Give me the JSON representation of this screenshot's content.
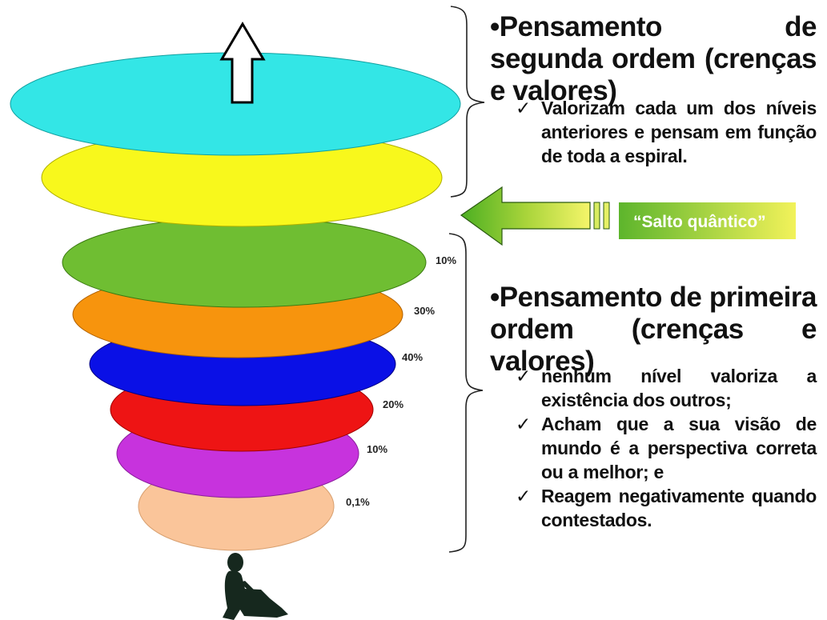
{
  "levels": [
    {
      "color": "#33E6E6",
      "label": ""
    },
    {
      "color": "#F8F81C",
      "label": ""
    },
    {
      "color": "#6FBE32",
      "label": "10%"
    },
    {
      "color": "#F7940D",
      "label": "30%"
    },
    {
      "color": "#0A10E6",
      "label": "40%"
    },
    {
      "color": "#EE1414",
      "label": "20%"
    },
    {
      "color": "#C733DD",
      "label": "10%"
    },
    {
      "color": "#FAC59A",
      "label": "0,1%"
    }
  ],
  "upward_arrow_icon": "arrow-up-outline",
  "person_icon": "seated-person-silhouette",
  "salto": {
    "label": "“Salto quântico”",
    "arrow_icon": "arrow-left-gradient"
  },
  "second_order": {
    "title": "•Pensamento de segunda ordem (crenças e valores)",
    "bullets": [
      "Valorizam cada um dos níveis anteriores e pensam em função de toda a espiral."
    ]
  },
  "first_order": {
    "title": "•Pensamento de primeira ordem (crenças e valores)",
    "bullets": [
      "nenhum nível valoriza a existência dos outros;",
      "Acham que a sua visão de mundo é a perspectiva correta ou a melhor; e",
      "Reagem negativamente quando contestados."
    ]
  },
  "check_glyph": "✓"
}
